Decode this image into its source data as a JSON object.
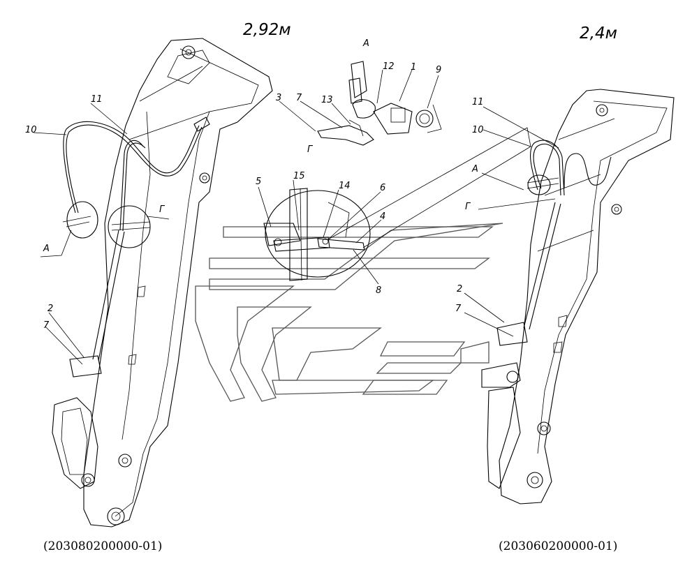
{
  "header": {
    "left_length": "2,92м",
    "right_length": "2,4м",
    "detail_a_title": "А",
    "detail_g_title": "Г"
  },
  "captions": {
    "left": "(203080200000-01)",
    "right": "(203060200000-01)"
  },
  "labels": {
    "a_1": "1",
    "a_3": "3",
    "a_7": "7",
    "a_9": "9",
    "a_12": "12",
    "a_13": "13",
    "g_4": "4",
    "g_5": "5",
    "g_6": "6",
    "g_8": "8",
    "g_14": "14",
    "g_15": "15",
    "l_2": "2",
    "l_7": "7",
    "l_10": "10",
    "l_11": "11",
    "l_a": "А",
    "l_g": "Г",
    "r_2": "2",
    "r_7": "7",
    "r_10": "10",
    "r_11": "11",
    "r_a": "А",
    "r_g": "Г"
  }
}
